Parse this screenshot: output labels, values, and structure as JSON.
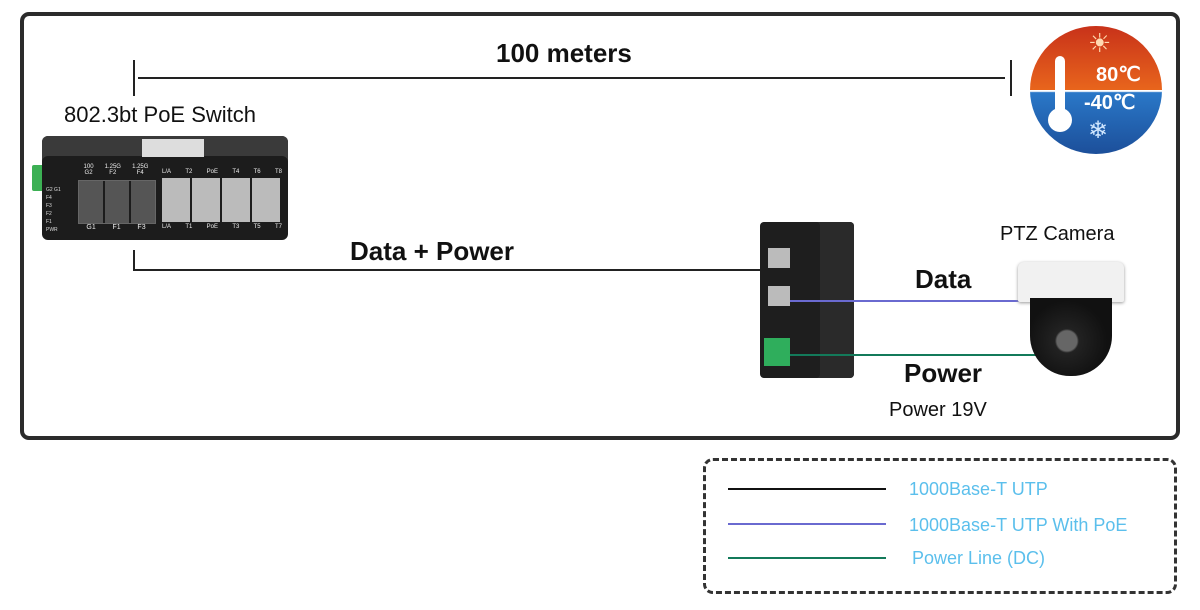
{
  "distance_label": "100 meters",
  "switch": {
    "title": "802.3bt PoE Switch",
    "sfp_top": [
      {
        "speed": "100",
        "name": "G2"
      },
      {
        "speed": "1.25G",
        "name": "F2"
      },
      {
        "speed": "1.25G",
        "name": "F4"
      }
    ],
    "sfp_bottom": [
      "G1",
      "F1",
      "F3"
    ],
    "rj45_top": [
      "L/A",
      "T2",
      "PoE",
      "T4",
      "T6",
      "T8"
    ],
    "rj45_bottom": [
      "L/A",
      "T1",
      "PoE",
      "T3",
      "T5",
      "T7"
    ],
    "leds": [
      "G2 G1",
      "F4",
      "F3",
      "F2",
      "F1",
      "PWR"
    ]
  },
  "link_label": "Data  +  Power",
  "temperature": {
    "high": "80℃",
    "low": "-40℃",
    "colors": {
      "hot": "#e0401a",
      "cold": "#1d5fb0"
    }
  },
  "camera_label": "PTZ Camera",
  "data_label": "Data",
  "power_label": "Power",
  "power_voltage": "Power 19V",
  "legend": {
    "items": [
      {
        "label": "1000Base-T UTP",
        "color": "#111111"
      },
      {
        "label": "1000Base-T UTP With PoE",
        "color": "#6a6ad0"
      },
      {
        "label": "Power Line (DC)",
        "color": "#137a5a"
      }
    ]
  }
}
